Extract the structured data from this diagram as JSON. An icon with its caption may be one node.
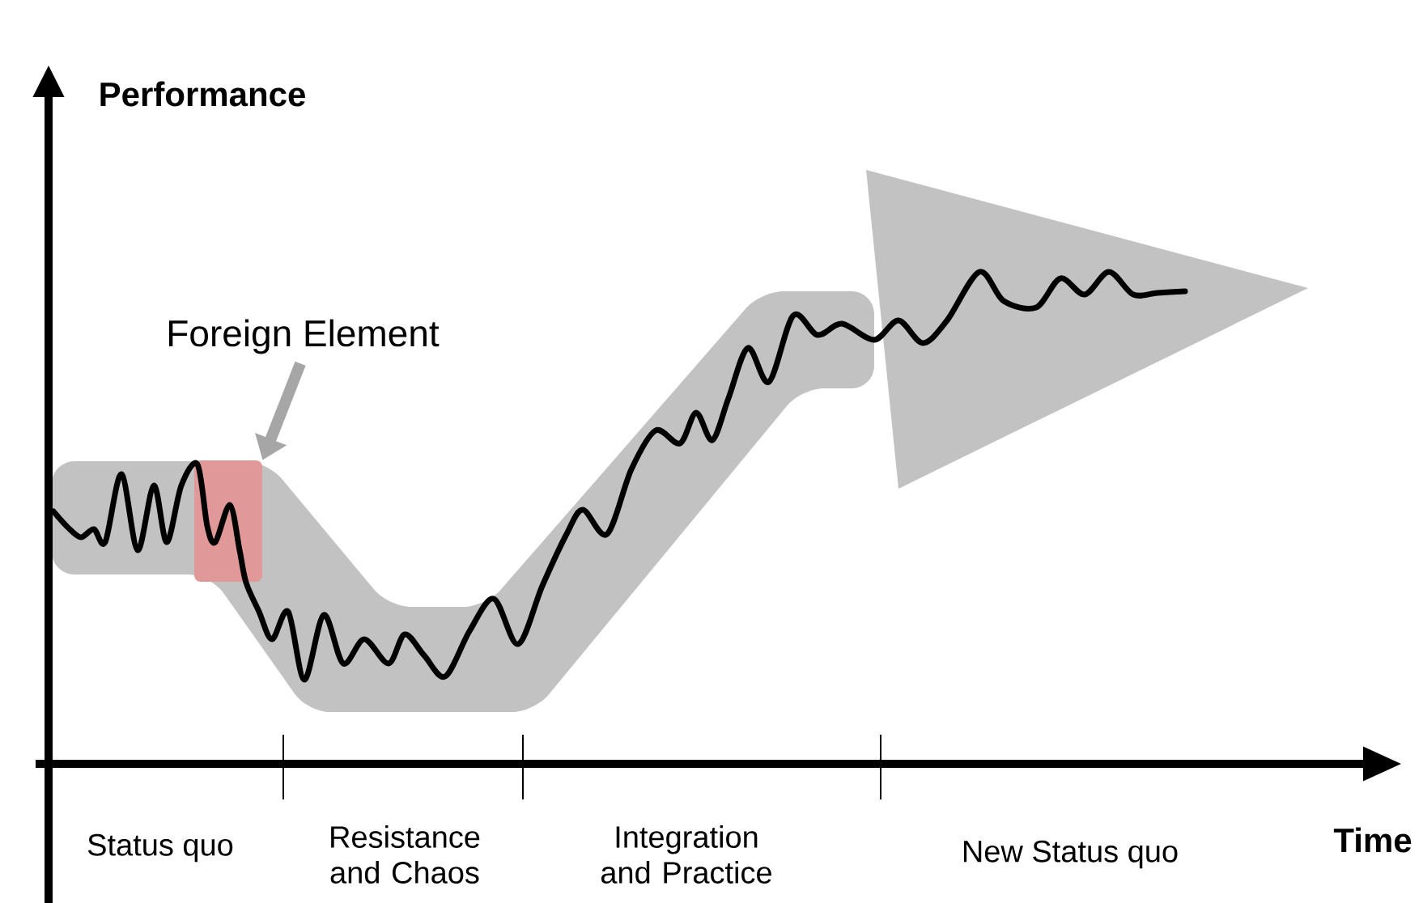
{
  "diagram": {
    "nodes": [
      {
        "text": [
          "Foreign Element"
        ]
      },
      {
        "text": [],
        "shape": "box"
      }
    ],
    "edges": [
      {
        "from": 0,
        "to": 1,
        "arrow": "to"
      }
    ],
    "labels": [
      "Performance",
      "Status quo",
      "Resistance and Chaos",
      "Integration and Practice",
      "New Status quo",
      "Time"
    ]
  }
}
